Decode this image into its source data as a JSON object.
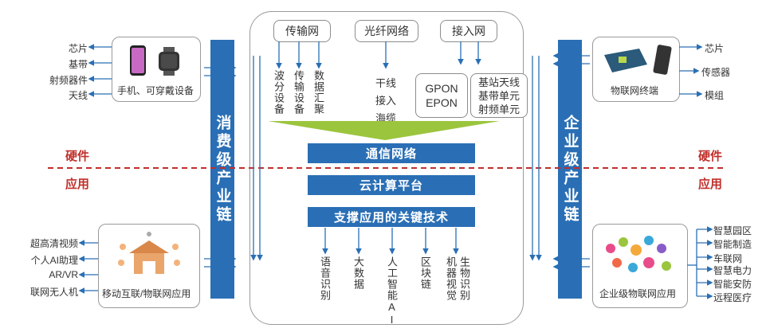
{
  "top_boxes": {
    "transport": "传输网",
    "fiber": "光纤网络",
    "access": "接入网"
  },
  "transport_cols": [
    "波分设备",
    "传输设备",
    "数据汇聚"
  ],
  "fiber_items": [
    "干线",
    "接入",
    "海缆"
  ],
  "gpon": [
    "GPON",
    "EPON"
  ],
  "base_station": [
    "基站天线",
    "基带单元",
    "射频单元"
  ],
  "bars": [
    "通信网络",
    "云计算平台",
    "支撑应用的关键技术"
  ],
  "tech_cols": [
    "语音识别",
    "大数据",
    "人工智能AI",
    "区块链",
    "机器视觉",
    "生物识别"
  ],
  "left_bar": "消费级产业链",
  "right_bar": "企业级产业链",
  "hardware": "硬件",
  "application": "应用",
  "consumer_device": {
    "caption": "手机、可穿戴设备",
    "items": [
      "芯片",
      "基带",
      "射频器件",
      "天线"
    ]
  },
  "consumer_app": {
    "caption": "移动互联/物联网应用",
    "items": [
      "超高清视频",
      "个人AI助理",
      "AR/VR",
      "联网无人机"
    ]
  },
  "iot_device": {
    "caption": "物联网终端",
    "items": [
      "芯片",
      "传感器",
      "模组"
    ]
  },
  "enterprise_app": {
    "caption": "企业级物联网应用",
    "items": [
      "智慧园区",
      "智能制造",
      "车联网",
      "智慧电力",
      "智能安防",
      "远程医疗"
    ]
  },
  "colors": {
    "blue": "#2a6fb5",
    "red": "#c0302b",
    "green": "#9bc53d"
  }
}
